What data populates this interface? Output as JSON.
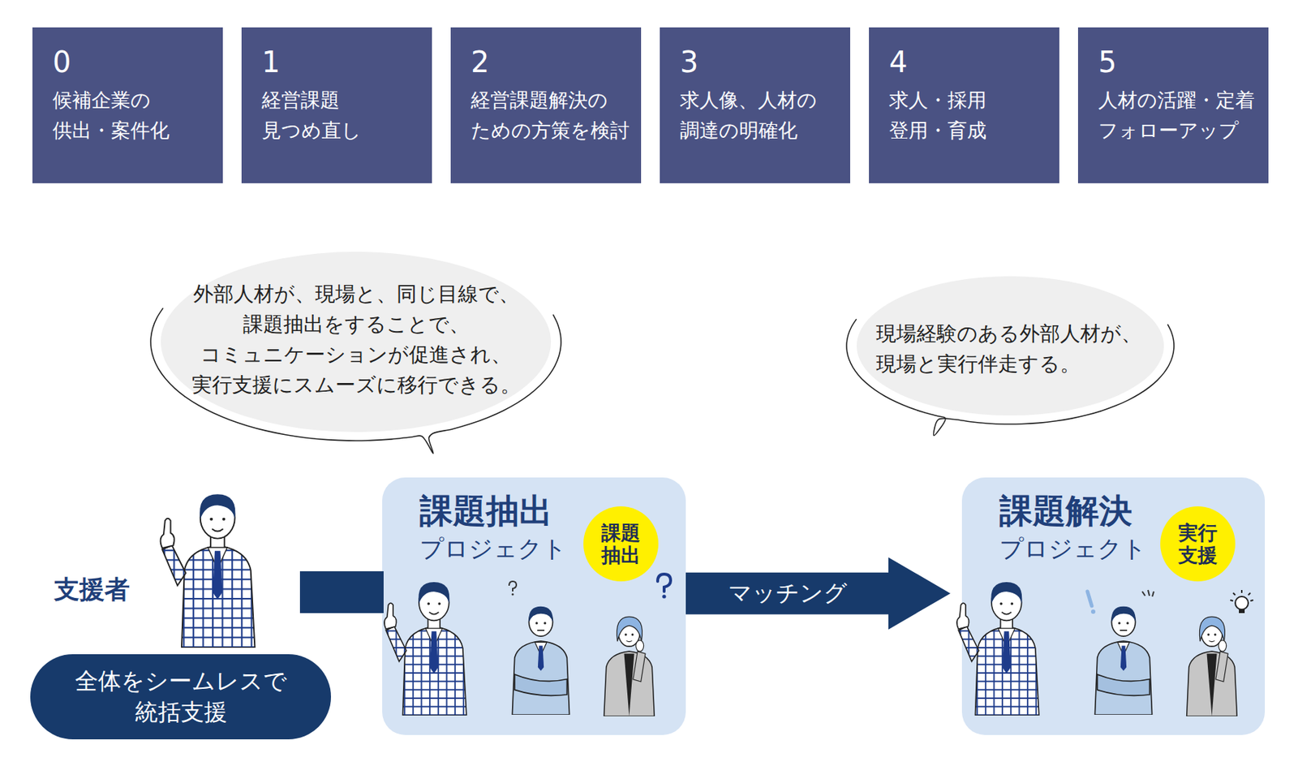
{
  "diagram": {
    "nodes": [
      {
        "text": [
          "0",
          "候補企業の 供出・案件化"
        ]
      },
      {
        "text": [
          "1",
          "経営課題 見つめ直し"
        ]
      },
      {
        "text": [
          "2",
          "経営課題解決の ための方策を検討"
        ]
      },
      {
        "text": [
          "3",
          "求人像、人材の 調達の明確化"
        ]
      },
      {
        "text": [
          "4",
          "求人・採用 登用・育成"
        ]
      },
      {
        "text": [
          "5",
          "人材の活躍・定着 フォローアップ"
        ]
      },
      {
        "text": [
          "外部人材が、現場と、同じ目線で、 課題抽出をすることで、 コミュニケーションが促進され、 実行支援にスムーズに移行できる。"
        ]
      },
      {
        "text": [
          "現場経験のある外部人材が、 現場と実行伴走する。"
        ]
      },
      {
        "text": [
          "全体をシームレスで 統括支援"
        ]
      },
      {
        "text": [
          "課題抽出",
          "プロジェクト"
        ]
      },
      {
        "text": [
          "課題 抽出"
        ],
        "in": 9
      },
      {
        "text": [
          "課題解決",
          "プロジェクト"
        ]
      },
      {
        "text": [
          "実行 支援"
        ],
        "in": 11
      }
    ],
    "edges": [
      {
        "from": 9,
        "to": 11,
        "arrow": "to",
        "label": "マッチング"
      }
    ],
    "labels": [
      "支援者"
    ]
  }
}
